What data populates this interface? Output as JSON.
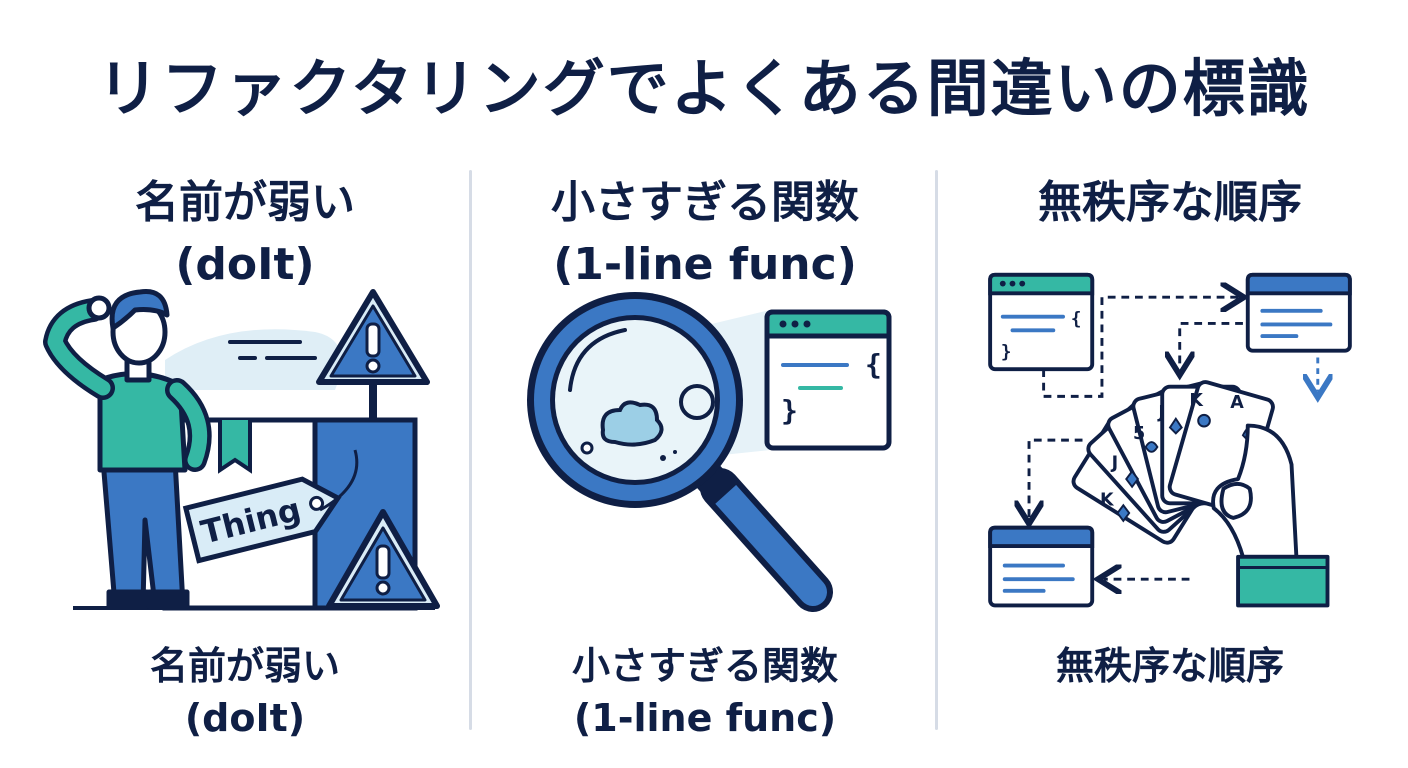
{
  "title": "リファクタリングでよくある間違いの標識",
  "sections": [
    {
      "id": "weak-names",
      "heading_line1": "名前が弱い",
      "heading_line2": "(doIt)",
      "tag_text": "Thing",
      "caption_line1": "名前が弱い",
      "caption_line2": "(doIt)",
      "icons": [
        "confused-person-icon",
        "warning-sign-icon",
        "box-icon",
        "name-tag-icon"
      ]
    },
    {
      "id": "tiny-functions",
      "heading_line1": "小さすぎる関数",
      "heading_line2": "(1-line func)",
      "code_open": "{",
      "code_close": "}",
      "caption_line1": "小さすぎる関数",
      "caption_line2": "(1-line func)",
      "icons": [
        "magnifying-glass-icon",
        "code-window-icon"
      ]
    },
    {
      "id": "disordered",
      "heading_line1": "無秩序な順序",
      "caption_line1": "無秩序な順序",
      "code_open": "{",
      "code_close": "}",
      "cards": [
        "K",
        "J",
        "5",
        "J",
        "K",
        "A"
      ],
      "icons": [
        "code-window-icon",
        "playing-cards-icon",
        "hand-icon",
        "dashed-arrow-icon"
      ]
    }
  ],
  "colors": {
    "navy": "#0f1f45",
    "blue": "#3b78c4",
    "teal": "#35b8a4",
    "light_blue": "#d9ecf7",
    "pale": "#e6f2f8"
  }
}
